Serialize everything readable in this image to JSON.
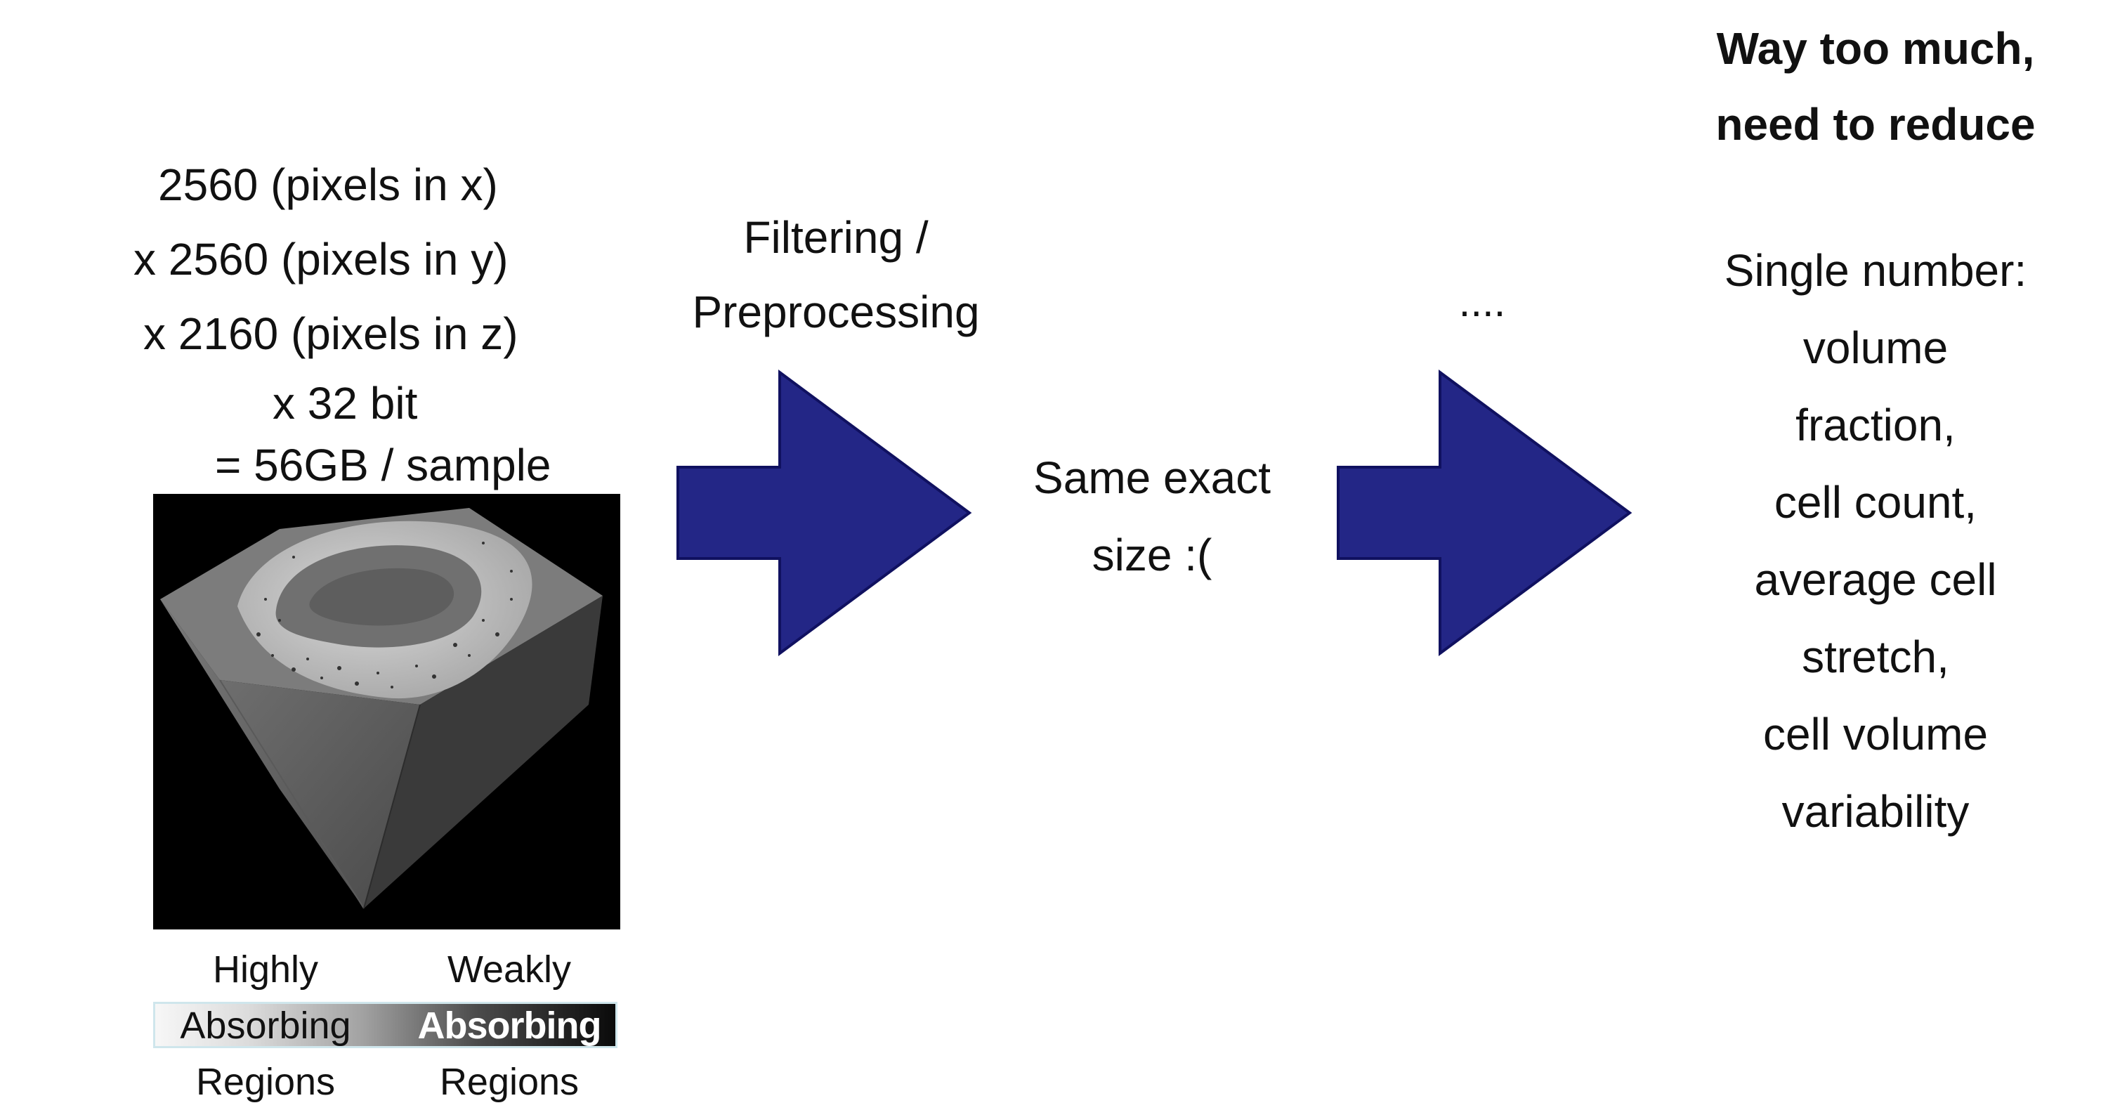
{
  "data_size": {
    "lines": [
      "2560 (pixels in x)",
      "x 2560 (pixels in y)",
      "x 2160 (pixels in z)",
      "x 32 bit",
      "= 56GB / sample"
    ]
  },
  "legend": {
    "left": [
      "Highly",
      "Absorbing",
      "Regions"
    ],
    "right": [
      "Weakly",
      "Absorbing",
      "Regions"
    ]
  },
  "step1": {
    "lines": [
      "Filtering /",
      "Preprocessing"
    ]
  },
  "intermediate": {
    "lines": [
      "Same exact",
      "size :("
    ]
  },
  "ellipsis": "....",
  "result": {
    "title_lines": [
      "Way too much,",
      "need to reduce"
    ],
    "output_lines": [
      "Single number:",
      "volume",
      "fraction,",
      "cell count,",
      "average cell",
      "stretch,",
      "cell volume",
      "variability"
    ]
  },
  "colors": {
    "arrow_fill": "#232686",
    "arrow_stroke": "#101160"
  }
}
